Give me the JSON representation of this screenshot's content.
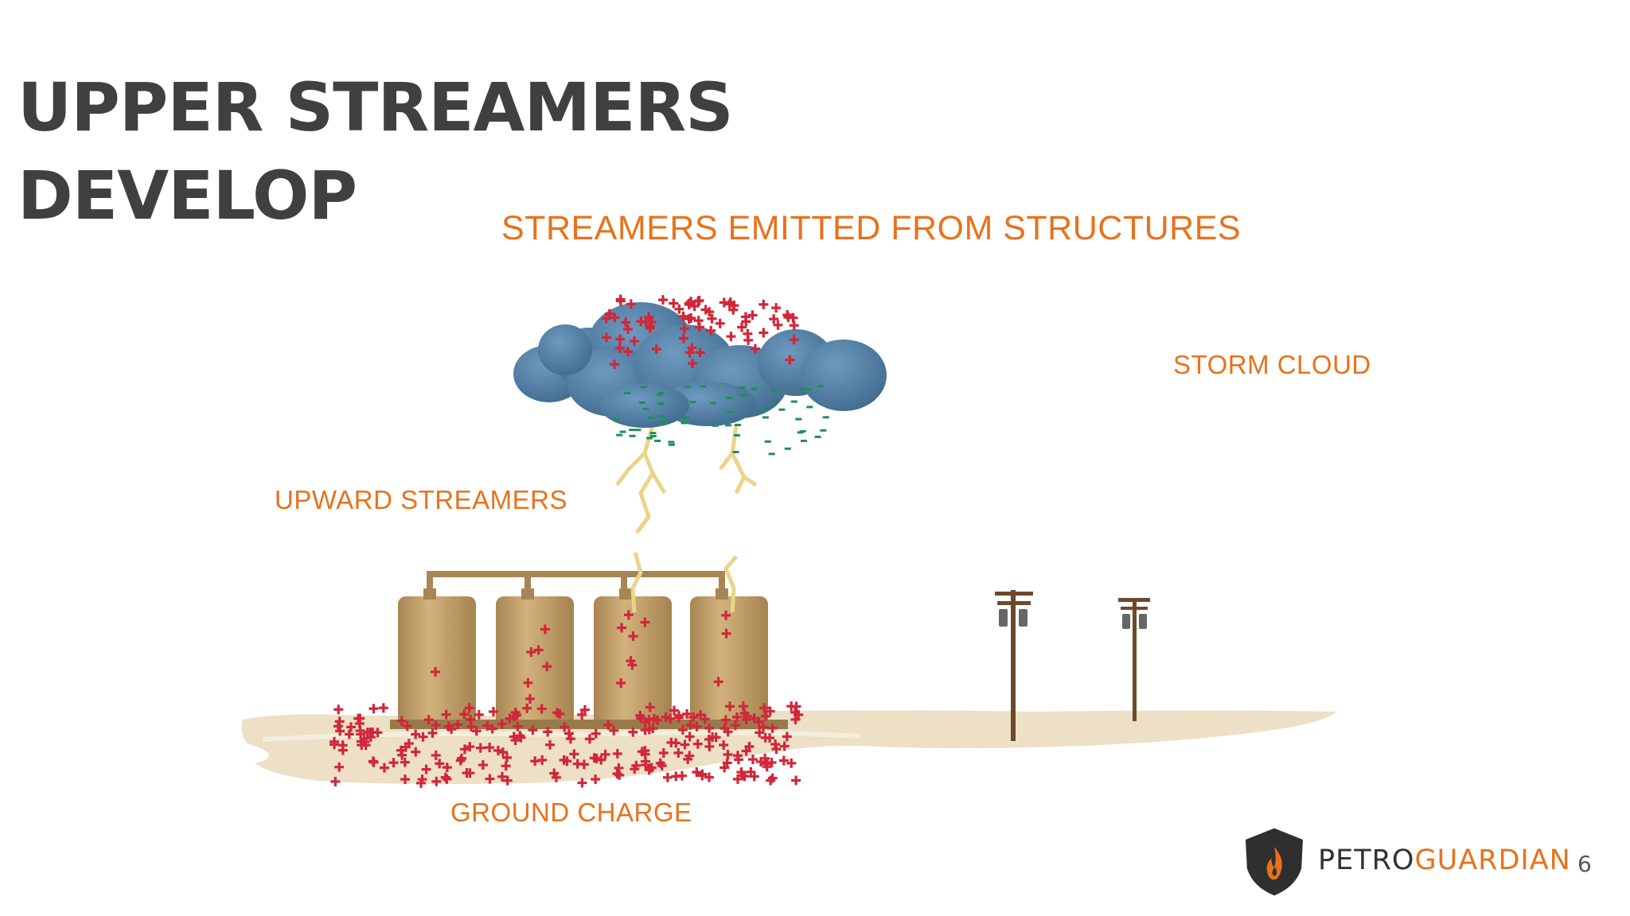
{
  "slide": {
    "title_line1": "UPPER STREAMERS",
    "title_line2": "DEVELOP",
    "subtitle": "STREAMERS EMITTED FROM STRUCTURES",
    "page_number": "6"
  },
  "diagram": {
    "labels": {
      "storm_cloud": "STORM CLOUD",
      "upward_streamers": "UPWARD STREAMERS",
      "ground_charge": "GROUND CHARGE"
    },
    "colors": {
      "cloud": "#4a7a9e",
      "positive_charge": "#d0283a",
      "negative_charge": "#1e8f5a",
      "tank": "#c2a06a",
      "ground": "#ede0c6",
      "pole": "#6b4a2a",
      "lightning": "#e9d58a",
      "label": "#e8721c"
    },
    "icons": [
      "storm-cloud-icon",
      "lightning-icon",
      "storage-tank-icon",
      "utility-pole-icon",
      "plus-charge-icon",
      "minus-charge-icon"
    ]
  },
  "brand": {
    "name_part1": "PETRO",
    "name_part2": "GUARDIAN",
    "accent": "#e8721c",
    "logo_icon": "flame-shield-icon"
  }
}
